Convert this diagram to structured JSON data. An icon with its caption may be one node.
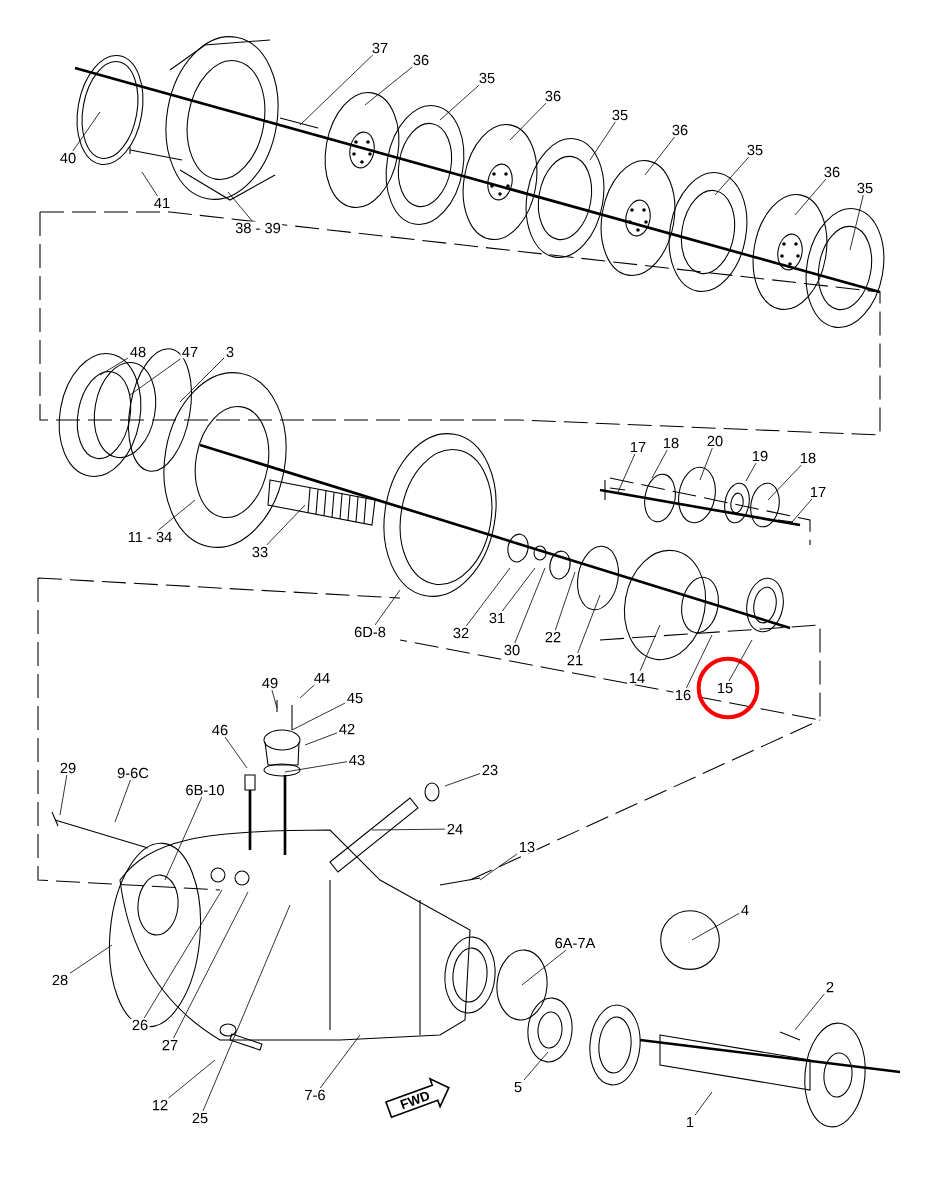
{
  "diagram": {
    "nodes": [
      {
        "text": [
          "37"
        ]
      },
      {
        "text": [
          "36"
        ]
      },
      {
        "text": [
          "35"
        ]
      },
      {
        "text": [
          "36"
        ]
      },
      {
        "text": [
          "35"
        ]
      },
      {
        "text": [
          "36"
        ]
      },
      {
        "text": [
          "35"
        ]
      },
      {
        "text": [
          "36"
        ]
      },
      {
        "text": [
          "35"
        ]
      },
      {
        "text": [
          "40"
        ]
      },
      {
        "text": [
          "41"
        ]
      },
      {
        "text": [
          "38 - 39"
        ]
      },
      {
        "text": [
          "48"
        ]
      },
      {
        "text": [
          "47"
        ]
      },
      {
        "text": [
          "3"
        ]
      },
      {
        "text": [
          "11 - 34"
        ]
      },
      {
        "text": [
          "33"
        ]
      },
      {
        "text": [
          "17"
        ]
      },
      {
        "text": [
          "18"
        ]
      },
      {
        "text": [
          "20"
        ]
      },
      {
        "text": [
          "19"
        ]
      },
      {
        "text": [
          "18"
        ]
      },
      {
        "text": [
          "17"
        ]
      },
      {
        "text": [
          "6D-8"
        ]
      },
      {
        "text": [
          "32"
        ]
      },
      {
        "text": [
          "31"
        ]
      },
      {
        "text": [
          "30"
        ]
      },
      {
        "text": [
          "22"
        ]
      },
      {
        "text": [
          "21"
        ]
      },
      {
        "text": [
          "14"
        ]
      },
      {
        "text": [
          "16"
        ]
      },
      {
        "text": [
          "15"
        ]
      },
      {
        "text": [
          "49"
        ]
      },
      {
        "text": [
          "44"
        ]
      },
      {
        "text": [
          "45"
        ]
      },
      {
        "text": [
          "42"
        ]
      },
      {
        "text": [
          "43"
        ]
      },
      {
        "text": [
          "46"
        ]
      },
      {
        "text": [
          "29"
        ]
      },
      {
        "text": [
          "9-6C"
        ]
      },
      {
        "text": [
          "6B-10"
        ]
      },
      {
        "text": [
          "23"
        ]
      },
      {
        "text": [
          "24"
        ]
      },
      {
        "text": [
          "13"
        ]
      },
      {
        "text": [
          "4"
        ]
      },
      {
        "text": [
          "6A-7A"
        ]
      },
      {
        "text": [
          "2"
        ]
      },
      {
        "text": [
          "28"
        ]
      },
      {
        "text": [
          "26"
        ]
      },
      {
        "text": [
          "27"
        ]
      },
      {
        "text": [
          "12"
        ]
      },
      {
        "text": [
          "25"
        ]
      },
      {
        "text": [
          "7-6"
        ]
      },
      {
        "text": [
          "5"
        ]
      },
      {
        "text": [
          "1"
        ]
      },
      {
        "text": [
          "FWD"
        ]
      }
    ],
    "edges": [
      {
        "from": 0,
        "to": null,
        "arrow": "none"
      },
      {
        "from": 1,
        "to": null,
        "arrow": "none"
      },
      {
        "from": 2,
        "to": null,
        "arrow": "none"
      },
      {
        "from": 3,
        "to": null,
        "arrow": "none"
      },
      {
        "from": 4,
        "to": null,
        "arrow": "none"
      },
      {
        "from": 5,
        "to": null,
        "arrow": "none"
      },
      {
        "from": 6,
        "to": null,
        "arrow": "none"
      },
      {
        "from": 7,
        "to": null,
        "arrow": "none"
      },
      {
        "from": 8,
        "to": null,
        "arrow": "none"
      },
      {
        "from": 9,
        "to": null,
        "arrow": "none"
      },
      {
        "from": 10,
        "to": null,
        "arrow": "none"
      },
      {
        "from": 11,
        "to": null,
        "arrow": "none"
      },
      {
        "from": 12,
        "to": null,
        "arrow": "none"
      },
      {
        "from": 13,
        "to": null,
        "arrow": "none"
      },
      {
        "from": 14,
        "to": null,
        "arrow": "none"
      },
      {
        "from": 15,
        "to": null,
        "arrow": "none"
      },
      {
        "from": 16,
        "to": null,
        "arrow": "none"
      },
      {
        "from": 17,
        "to": null,
        "arrow": "none"
      },
      {
        "from": 18,
        "to": null,
        "arrow": "none"
      },
      {
        "from": 19,
        "to": null,
        "arrow": "none"
      },
      {
        "from": 20,
        "to": null,
        "arrow": "none"
      },
      {
        "from": 21,
        "to": null,
        "arrow": "none"
      },
      {
        "from": 22,
        "to": null,
        "arrow": "none"
      },
      {
        "from": 23,
        "to": null,
        "arrow": "none"
      },
      {
        "from": 24,
        "to": null,
        "arrow": "none"
      },
      {
        "from": 25,
        "to": null,
        "arrow": "none"
      },
      {
        "from": 26,
        "to": null,
        "arrow": "none"
      },
      {
        "from": 27,
        "to": null,
        "arrow": "none"
      },
      {
        "from": 28,
        "to": null,
        "arrow": "none"
      },
      {
        "from": 29,
        "to": null,
        "arrow": "none"
      },
      {
        "from": 30,
        "to": null,
        "arrow": "none"
      },
      {
        "from": 31,
        "to": null,
        "arrow": "none"
      },
      {
        "from": 32,
        "to": null,
        "arrow": "none"
      },
      {
        "from": 33,
        "to": null,
        "arrow": "none"
      },
      {
        "from": 34,
        "to": null,
        "arrow": "none"
      },
      {
        "from": 35,
        "to": null,
        "arrow": "none"
      },
      {
        "from": 36,
        "to": null,
        "arrow": "none"
      },
      {
        "from": 37,
        "to": null,
        "arrow": "none"
      },
      {
        "from": 38,
        "to": null,
        "arrow": "none"
      },
      {
        "from": 39,
        "to": null,
        "arrow": "none"
      },
      {
        "from": 40,
        "to": null,
        "arrow": "none"
      },
      {
        "from": 41,
        "to": null,
        "arrow": "none"
      },
      {
        "from": 42,
        "to": null,
        "arrow": "none"
      },
      {
        "from": 43,
        "to": null,
        "arrow": "none"
      },
      {
        "from": 44,
        "to": null,
        "arrow": "none"
      },
      {
        "from": 45,
        "to": null,
        "arrow": "none"
      },
      {
        "from": 46,
        "to": null,
        "arrow": "none"
      },
      {
        "from": 47,
        "to": null,
        "arrow": "none"
      },
      {
        "from": 48,
        "to": null,
        "arrow": "none"
      },
      {
        "from": 49,
        "to": null,
        "arrow": "none"
      },
      {
        "from": 50,
        "to": null,
        "arrow": "none"
      },
      {
        "from": 51,
        "to": null,
        "arrow": "none"
      },
      {
        "from": 52,
        "to": null,
        "arrow": "none"
      },
      {
        "from": 53,
        "to": null,
        "arrow": "none"
      },
      {
        "from": 54,
        "to": null,
        "arrow": "none"
      }
    ]
  }
}
